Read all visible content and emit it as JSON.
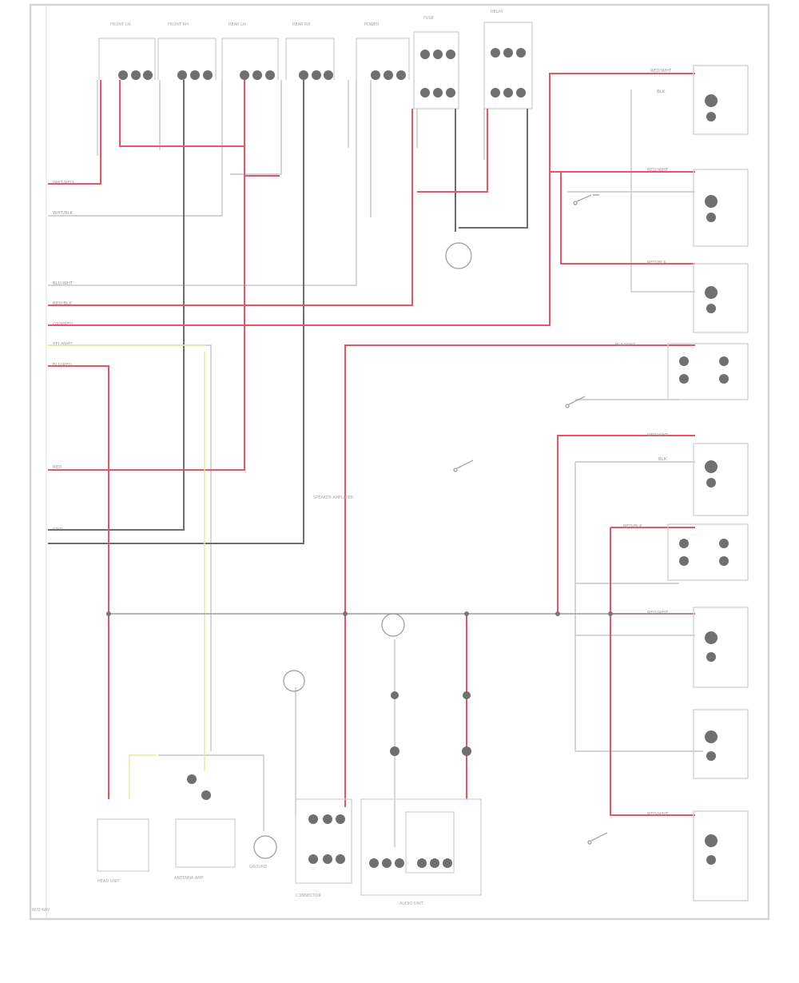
{
  "colors": {
    "frame": "#d0d0d0",
    "power_wire": "#ef4e5f",
    "ground_wire": "#666666",
    "signal_wire": "#c4c4c4",
    "signal_wire_yellow": "#e6e6a3",
    "connector": "#6a6a6a"
  },
  "icons": [
    "connector-icon",
    "ground-icon",
    "switch-icon",
    "bulb-icon"
  ],
  "text": {
    "left_labels": [
      "WHT/RED",
      "WHT/BLK",
      "BLU/WHT",
      "RED/BLK",
      "GRN/RED",
      "YEL/WHT",
      "BLU/RED",
      "RED",
      "GND"
    ],
    "top_components": [
      "FRONT LH",
      "FRONT RH",
      "REAR LH",
      "REAR RH",
      "POWER",
      "FUSE",
      "RELAY"
    ],
    "right_labels": [
      "RED/WHT",
      "BLK",
      "RED/WHT",
      "RED/BLK",
      "BLK/WHT",
      "RED/WHT",
      "BLK",
      "RED/BLK",
      "RED/WHT",
      "RED/WHT"
    ],
    "mid_text": "SPEAKER AMPLIFIER",
    "bottom_components": [
      "HEAD UNIT",
      "ANTENNA AMP",
      "GROUND",
      "CONNECTOR",
      "AUDIO UNIT"
    ],
    "footer": "W/O NAV"
  }
}
